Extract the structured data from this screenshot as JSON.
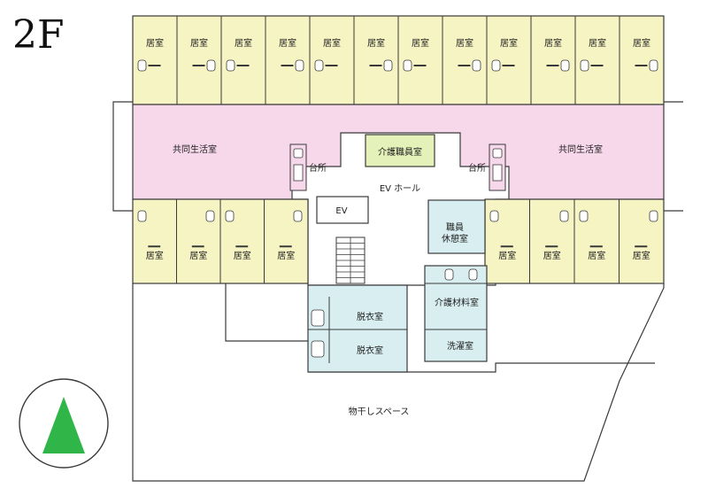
{
  "floor": {
    "label": "2F"
  },
  "colors": {
    "resident_room": "#f6f4c2",
    "common_room": "#f7d7ea",
    "staff_room": "#e4f1b8",
    "service_area": "#d8eef0",
    "outline": "#3a3a3a",
    "compass_arrow": "#2fb548"
  },
  "rooms": {
    "resident_room": "居室",
    "common_room": "共同生活室",
    "kitchen": "台所",
    "staff_room": "介護職員室",
    "ev_hall": "EV ホール",
    "elevator": "EV",
    "staff_rest_line1": "職員",
    "staff_rest_line2": "休憩室",
    "changing_room": "脱衣室",
    "care_supplies": "介護材料室",
    "laundry": "洗濯室",
    "drying_space": "物干しスペース"
  },
  "compass": {
    "icon": "north-arrow-icon"
  }
}
